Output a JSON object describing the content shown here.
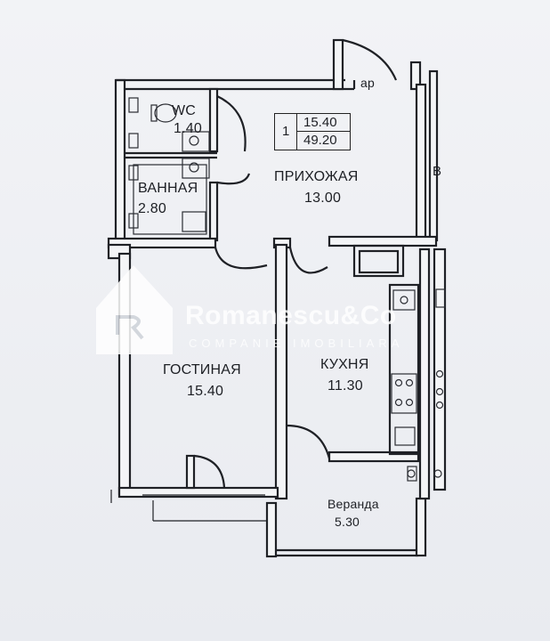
{
  "info": {
    "room_count": "1",
    "living_area": "15.40",
    "total_area": "49.20"
  },
  "rooms": {
    "wc": {
      "name": "WC",
      "area": "1.40"
    },
    "bath": {
      "name": "ВАННАЯ",
      "area": "2.80"
    },
    "hall": {
      "name": "ПРИХОЖАЯ",
      "area": "13.00"
    },
    "living": {
      "name": "ГОСТИНАЯ",
      "area": "15.40"
    },
    "kitchen": {
      "name": "КУХНЯ",
      "area": "11.30"
    },
    "veranda": {
      "name": "Веранда",
      "area": "5.30"
    }
  },
  "fragments": {
    "top": "ар",
    "right": "В"
  },
  "watermark": {
    "brand": "Romanescu&Co",
    "sub": "COMPANIE IMOBILIARA"
  },
  "colors": {
    "wall": "#1f2126",
    "fixture": "#2b2d33",
    "paper": "#eef0f4"
  }
}
